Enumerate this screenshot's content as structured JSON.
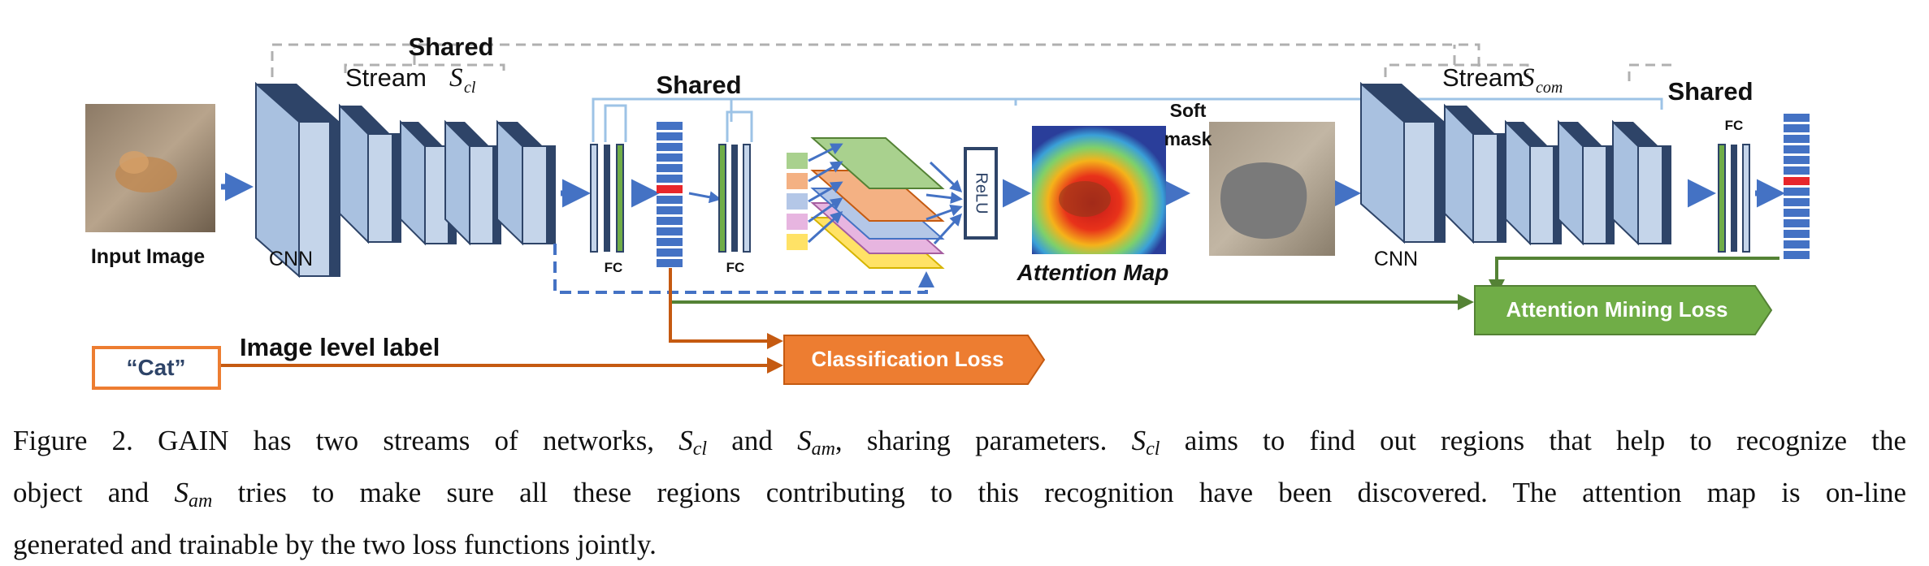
{
  "figure": {
    "labels": {
      "shared_top": "Shared",
      "stream_cl_prefix": "Stream ",
      "stream_cl_var": "S",
      "stream_cl_sub": "cl",
      "shared_mid": "Shared",
      "shared_right": "Shared",
      "stream_com_prefix": "Stream",
      "stream_com_var": "S",
      "stream_com_sub": "com",
      "input_image": "Input  Image",
      "cnn_left": "CNN",
      "cnn_right": "CNN",
      "fc_1": "FC",
      "fc_2": "FC",
      "fc_3": "FC",
      "relu": "ReLU",
      "attention_map": "Attention Map",
      "soft_mask_line1": "Soft",
      "soft_mask_line2": "mask",
      "image_level_label": "Image level label",
      "cat_label": "“Cat”",
      "classification_loss": "Classification Loss",
      "attention_mining_loss": "Attention Mining Loss"
    },
    "colors": {
      "arrow_blue": "#4472c4",
      "block_light": "#c5d5ea",
      "block_dark": "#2e4468",
      "orange": "#ed7d31",
      "green": "#70ad47",
      "highlight_red": "#e8262b"
    }
  },
  "caption": {
    "line1_a": "Figure 2. GAIN has two streams of networks, ",
    "s_var": "S",
    "cl": "cl",
    "am": "am",
    "line1_b": " and ",
    "line1_c": ", sharing parameters. ",
    "line1_d": " aims to find out regions that help to recognize the",
    "line2_a": "object and ",
    "line2_b": " tries to make sure all these regions contributing to this recognition have been discovered. The attention map is on-line",
    "line3": "generated and trainable by the two loss functions jointly."
  }
}
